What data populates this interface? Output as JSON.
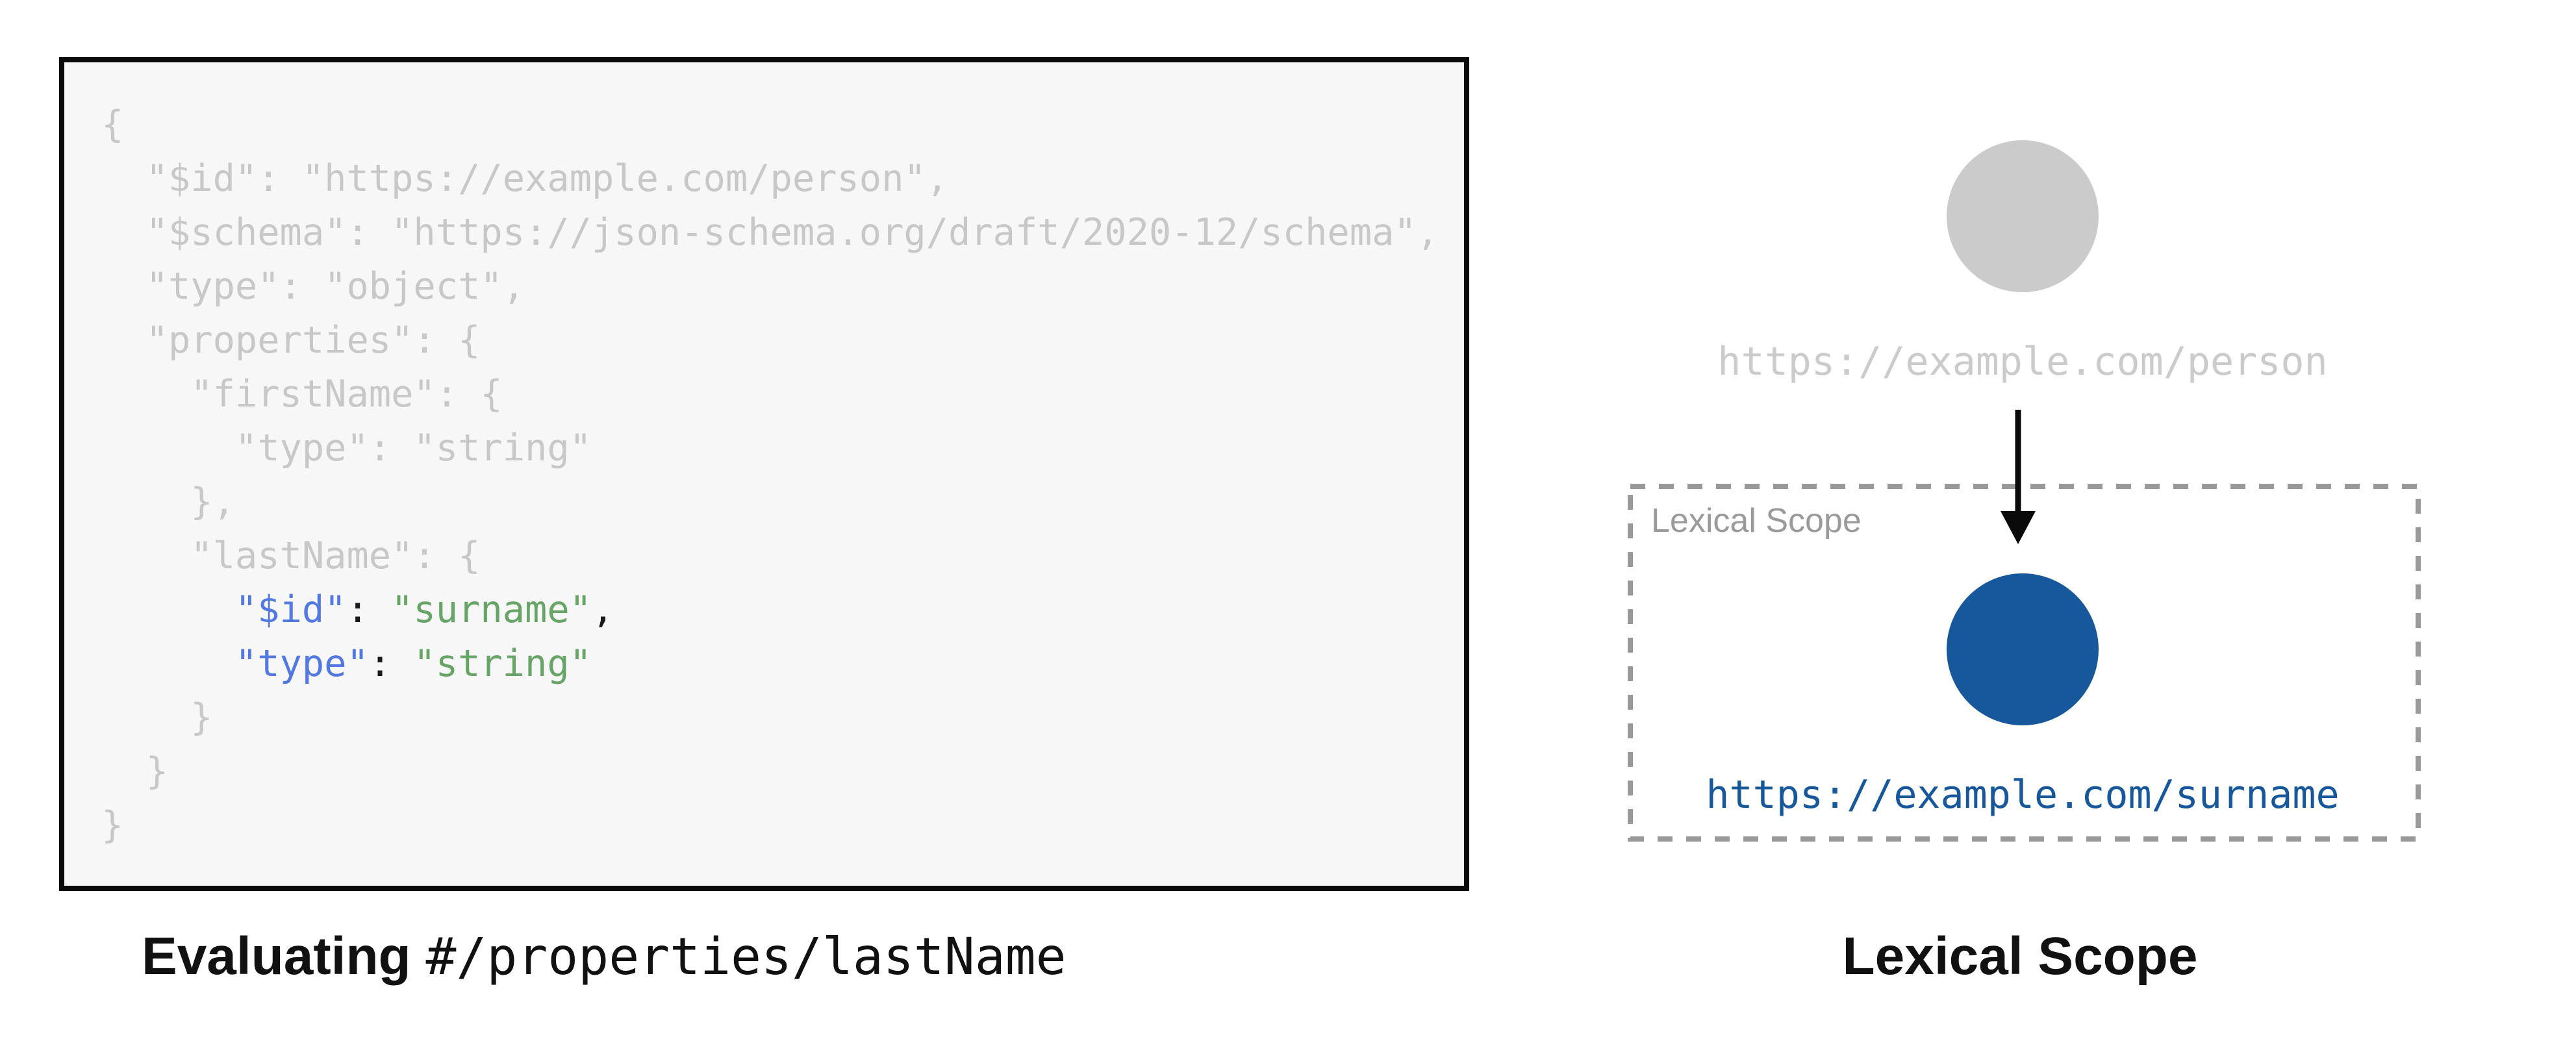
{
  "left_panel": {
    "code": {
      "lines": [
        [
          {
            "t": "{",
            "c": "dim"
          }
        ],
        [
          {
            "t": "  \"$id\": \"https://example.com/person\",",
            "c": "dim"
          }
        ],
        [
          {
            "t": "  \"$schema\": \"https://json-schema.org/draft/2020-12/schema\",",
            "c": "dim"
          }
        ],
        [
          {
            "t": "  \"type\": \"object\",",
            "c": "dim"
          }
        ],
        [
          {
            "t": "  \"properties\": {",
            "c": "dim"
          }
        ],
        [
          {
            "t": "    \"firstName\": {",
            "c": "dim"
          }
        ],
        [
          {
            "t": "      \"type\": \"string\"",
            "c": "dim"
          }
        ],
        [
          {
            "t": "    },",
            "c": "dim"
          }
        ],
        [
          {
            "t": "    \"lastName\": {",
            "c": "dim"
          }
        ],
        [
          {
            "t": "      ",
            "c": "dim"
          },
          {
            "t": "\"$id\"",
            "c": "key"
          },
          {
            "t": ": ",
            "c": "plain"
          },
          {
            "t": "\"surname\"",
            "c": "str"
          },
          {
            "t": ",",
            "c": "plain"
          }
        ],
        [
          {
            "t": "      ",
            "c": "dim"
          },
          {
            "t": "\"type\"",
            "c": "key"
          },
          {
            "t": ": ",
            "c": "plain"
          },
          {
            "t": "\"string\"",
            "c": "str"
          }
        ],
        [
          {
            "t": "    }",
            "c": "dim"
          }
        ],
        [
          {
            "t": "  }",
            "c": "dim"
          }
        ],
        [
          {
            "t": "}",
            "c": "dim"
          }
        ]
      ]
    },
    "caption": {
      "prefix": "Evaluating ",
      "pointer": "#/properties/lastName"
    }
  },
  "right_panel": {
    "parent_uri": "https://example.com/person",
    "scope_box_label": "Lexical Scope",
    "child_uri": "https://example.com/surname",
    "caption": "Lexical Scope"
  },
  "colors": {
    "code_dim_gray": "#c8c8c8",
    "code_key_blue": "#5278e2",
    "code_string_green": "#67a567",
    "node_gray": "#cbcbcb",
    "node_blue": "#17579b",
    "dashed_border_gray": "#999999",
    "scope_label_gray": "#9a9a9a",
    "caption_black": "#111111"
  }
}
